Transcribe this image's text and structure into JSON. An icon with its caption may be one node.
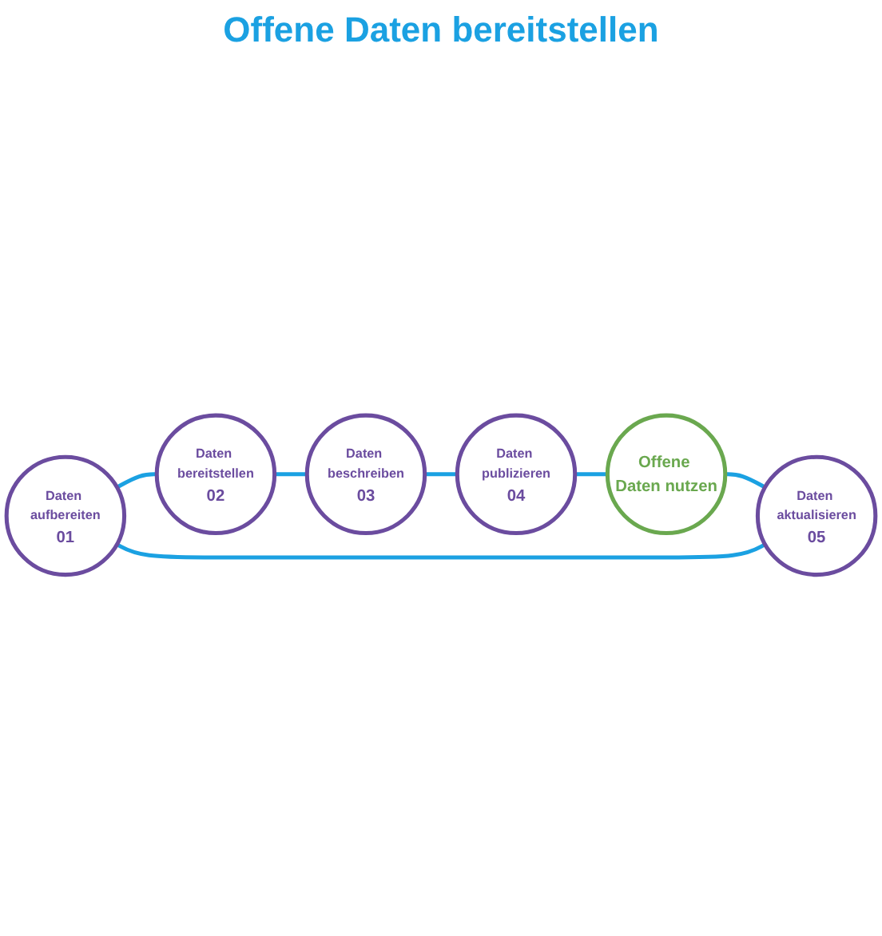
{
  "diagram": {
    "nodes": [
      {
        "text": [
          "Daten aufbereiten",
          "01"
        ]
      },
      {
        "text": [
          "Daten bereitstellen",
          "02"
        ]
      },
      {
        "text": [
          "Daten beschreiben",
          "03"
        ]
      },
      {
        "text": [
          "Daten publizieren",
          "04"
        ]
      },
      {
        "text": [
          "Offene Daten nutzen"
        ]
      },
      {
        "text": [
          "Daten aktualisieren",
          "05"
        ]
      }
    ],
    "edges": [
      {
        "from": 0,
        "to": 1,
        "arrow": "none"
      },
      {
        "from": 1,
        "to": 2,
        "arrow": "none"
      },
      {
        "from": 2,
        "to": 3,
        "arrow": "none"
      },
      {
        "from": 3,
        "to": 4,
        "arrow": "none"
      },
      {
        "from": 4,
        "to": 5,
        "arrow": "none"
      },
      {
        "from": 5,
        "to": 0,
        "arrow": "none"
      }
    ],
    "labels": [
      "Offene Daten bereitstellen"
    ]
  }
}
